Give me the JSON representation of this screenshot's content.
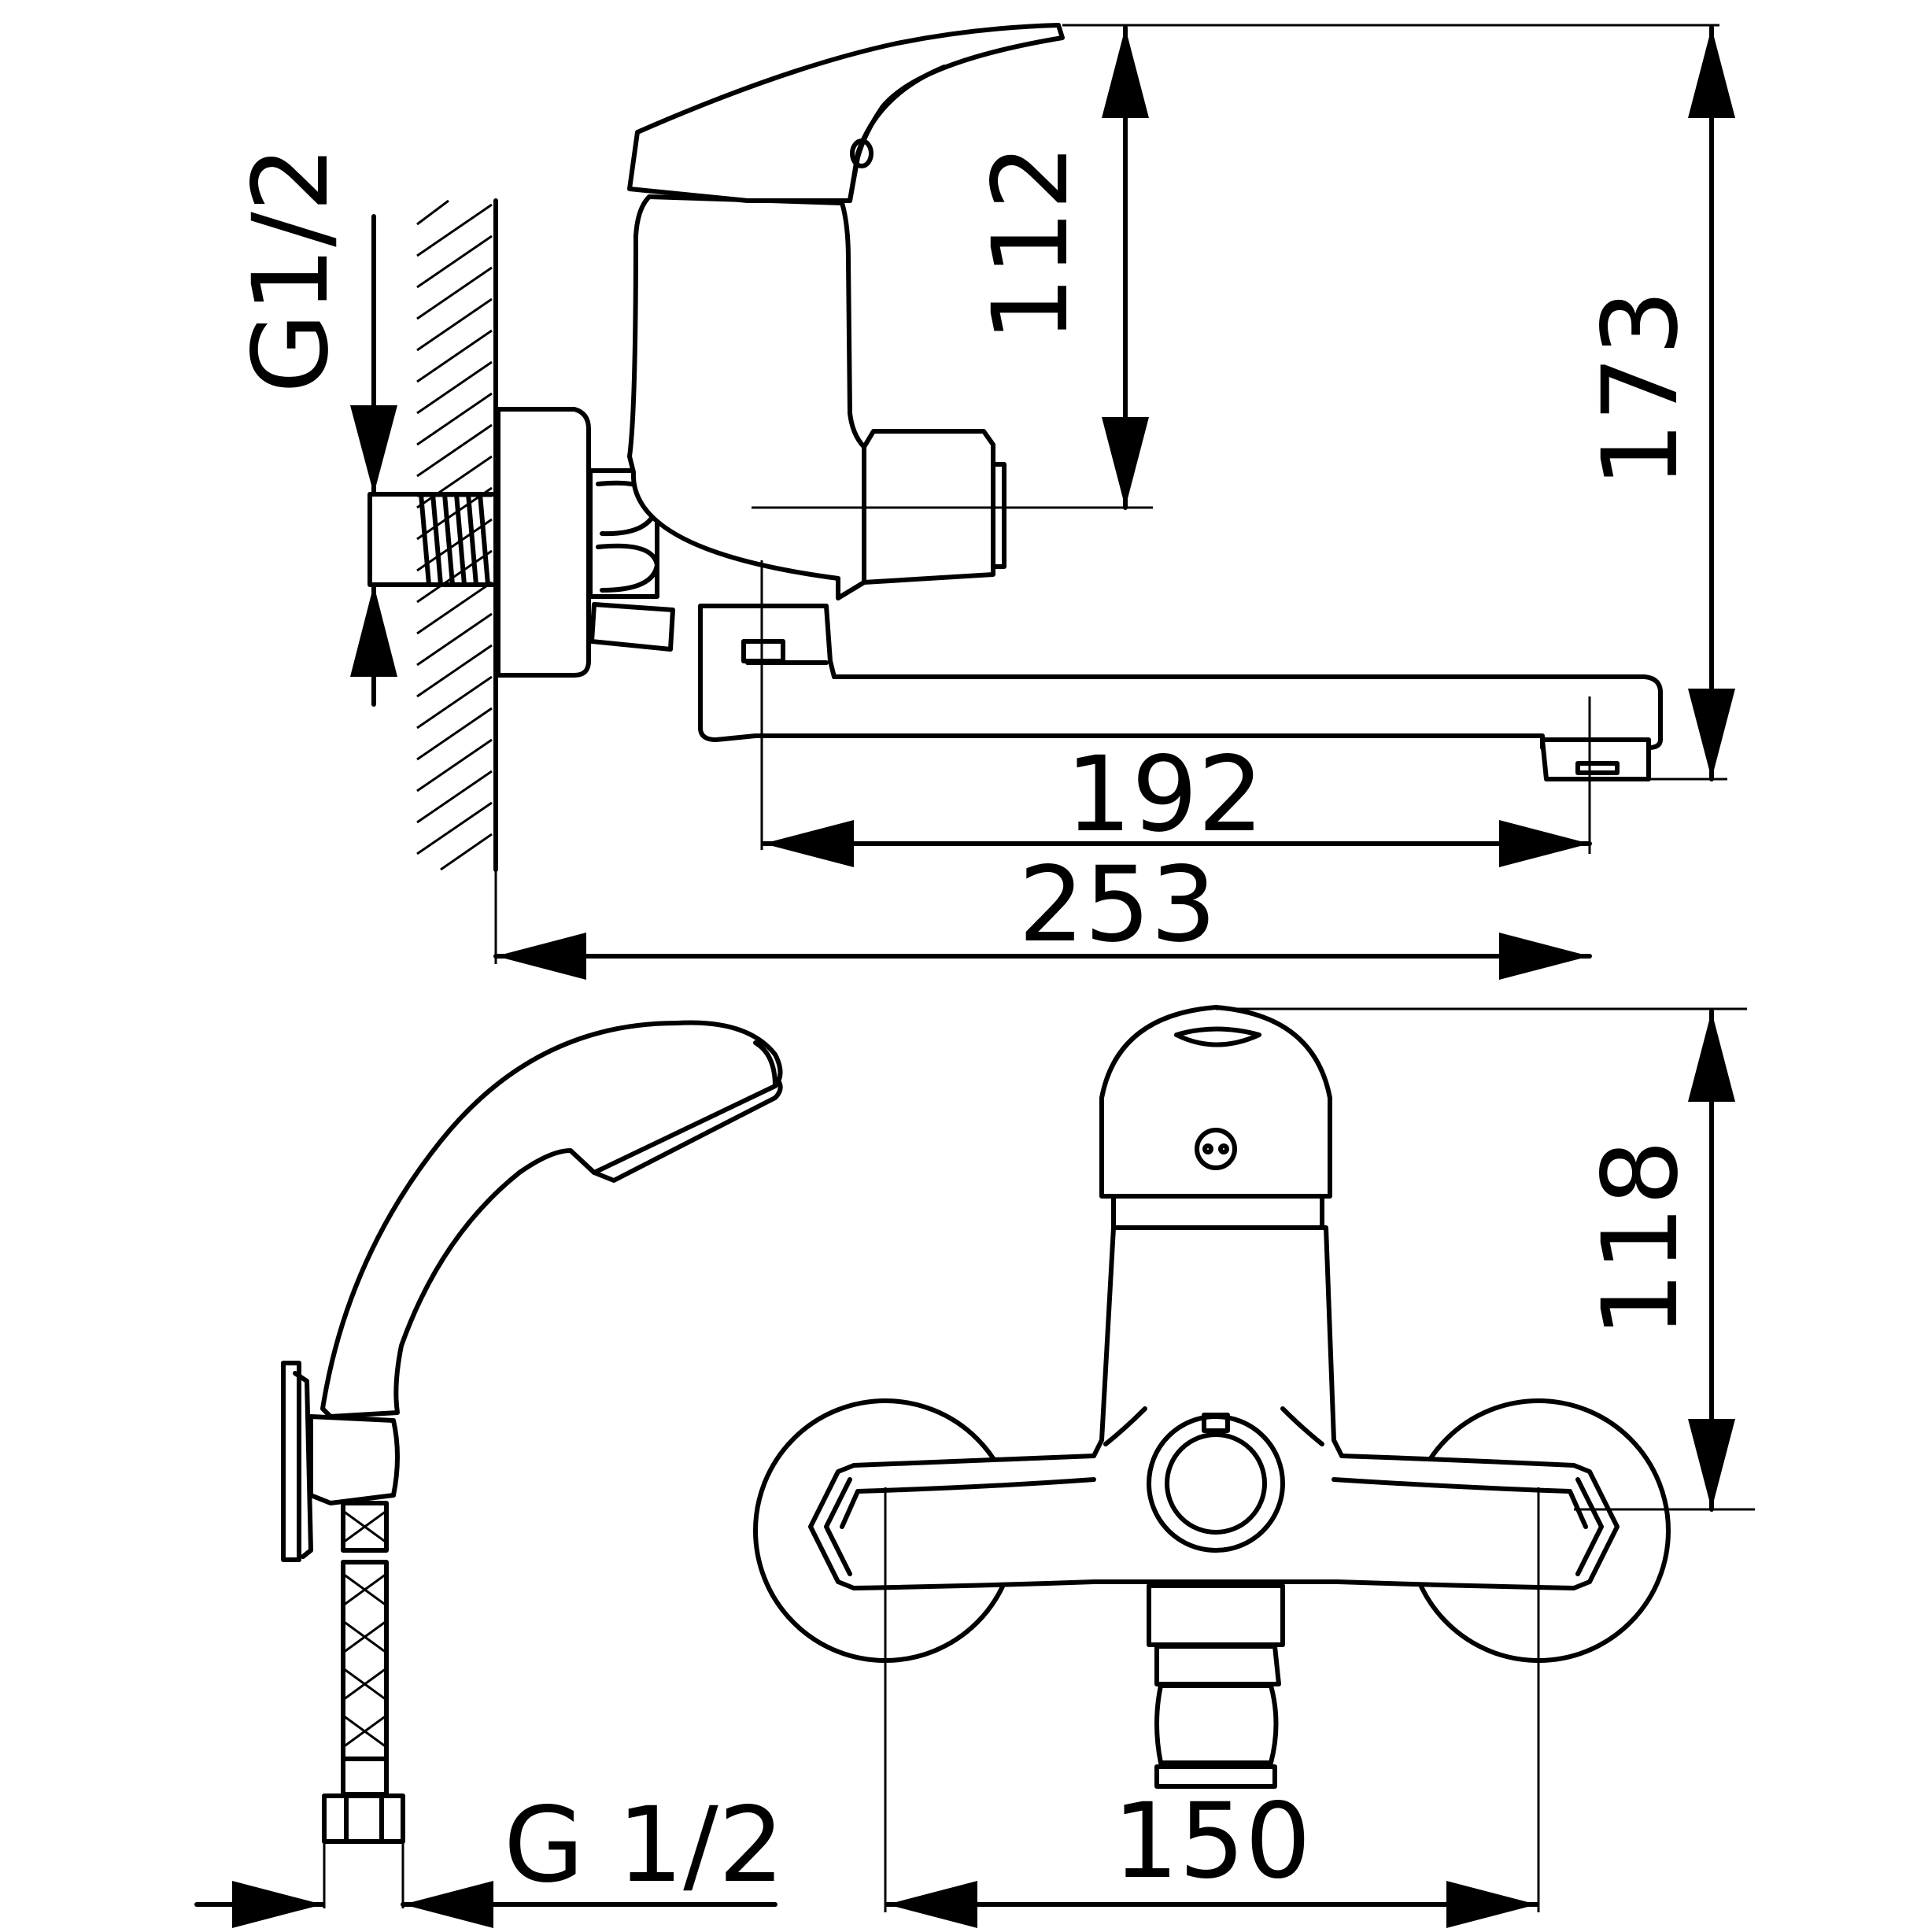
{
  "drawing": {
    "side_view": {
      "wall_thread_label": "G1/2",
      "dim_lever_height": "112",
      "dim_total_height": "173",
      "dim_spout_reach": "192",
      "dim_total_reach": "253"
    },
    "front_view": {
      "dim_height": "118",
      "dim_centers": "150"
    },
    "hand_shower": {
      "hose_thread_label": "G 1/2"
    }
  }
}
